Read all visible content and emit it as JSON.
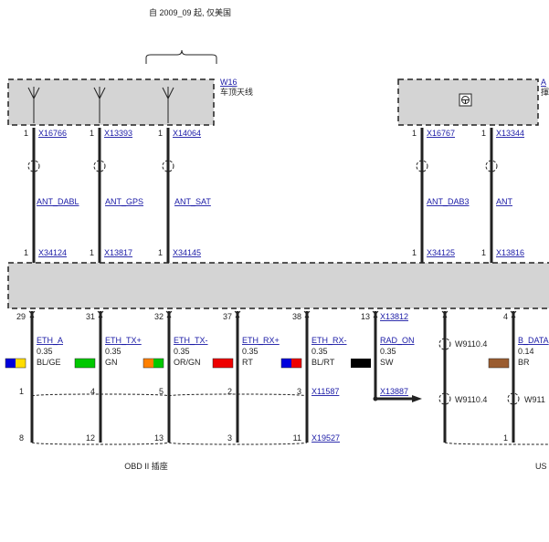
{
  "header_note": "自 2009_09 起, 仅美国",
  "modules": {
    "roof_antenna": {
      "id": "W16",
      "name": "车顶天线"
    },
    "right_module": {
      "id": "A",
      "name": "揮"
    }
  },
  "antenna_wires": [
    {
      "pin_top": "1",
      "top_conn": "X16766",
      "wire": "ANT_DABL",
      "pin_bottom": "1",
      "bottom_conn": "X34124"
    },
    {
      "pin_top": "1",
      "top_conn": "X13393",
      "wire": "ANT_GPS",
      "pin_bottom": "1",
      "bottom_conn": "X13817"
    },
    {
      "pin_top": "1",
      "top_conn": "X14064",
      "wire": "ANT_SAT",
      "pin_bottom": "1",
      "bottom_conn": "X34145"
    },
    {
      "pin_top": "1",
      "top_conn": "X16767",
      "wire": "ANT_DAB3",
      "pin_bottom": "1",
      "bottom_conn": "X34125"
    },
    {
      "pin_top": "1",
      "top_conn": "X13344",
      "wire": "ANT",
      "pin_bottom": "1",
      "bottom_conn": "X13816"
    }
  ],
  "bottom_wires": [
    {
      "pin_top": "29",
      "name": "ETH_A",
      "size": "0.35",
      "color_code": "BL/GE",
      "swatch": [
        "#0000dd",
        "#ffdd00"
      ],
      "pin_mid": "1",
      "pin_bottom": "8"
    },
    {
      "pin_top": "31",
      "name": "ETH_TX+",
      "size": "0.35",
      "color_code": "GN",
      "swatch": [
        "#00c800"
      ],
      "pin_mid": "4",
      "pin_bottom": "12"
    },
    {
      "pin_top": "32",
      "name": "ETH_TX-",
      "size": "0.35",
      "color_code": "OR/GN",
      "swatch": [
        "#ff8000",
        "#00c800"
      ],
      "pin_mid": "5",
      "pin_bottom": "13"
    },
    {
      "pin_top": "37",
      "name": "ETH_RX+",
      "size": "0.35",
      "color_code": "RT",
      "swatch": [
        "#ee0000"
      ],
      "pin_mid": "2",
      "pin_bottom": "3"
    },
    {
      "pin_top": "38",
      "name": "ETH_RX-",
      "size": "0.35",
      "color_code": "BL/RT",
      "swatch": [
        "#0000dd",
        "#ee0000"
      ],
      "pin_mid": "3",
      "pin_bottom": "11"
    },
    {
      "pin_top": "13",
      "name": "RAD_ON",
      "size": "0.35",
      "color_code": "SW",
      "swatch": [
        "#000000"
      ]
    },
    {
      "pin_top": "4",
      "name": "B_DATA",
      "size": "0.14",
      "color_code": "BR",
      "swatch": [
        "#9a5c30"
      ],
      "pin_mid": "",
      "pin_bottom": "1"
    }
  ],
  "connectors": {
    "upper_right": "X13812",
    "mid_connector": "X11587",
    "arrow_target": "X13887",
    "obd_connector": "X19527"
  },
  "splices": {
    "a": "W9110.4",
    "b": "W9110.4",
    "c": "W911"
  },
  "footer": {
    "obd_label": "OBD II 插座",
    "usb_label": "US"
  }
}
